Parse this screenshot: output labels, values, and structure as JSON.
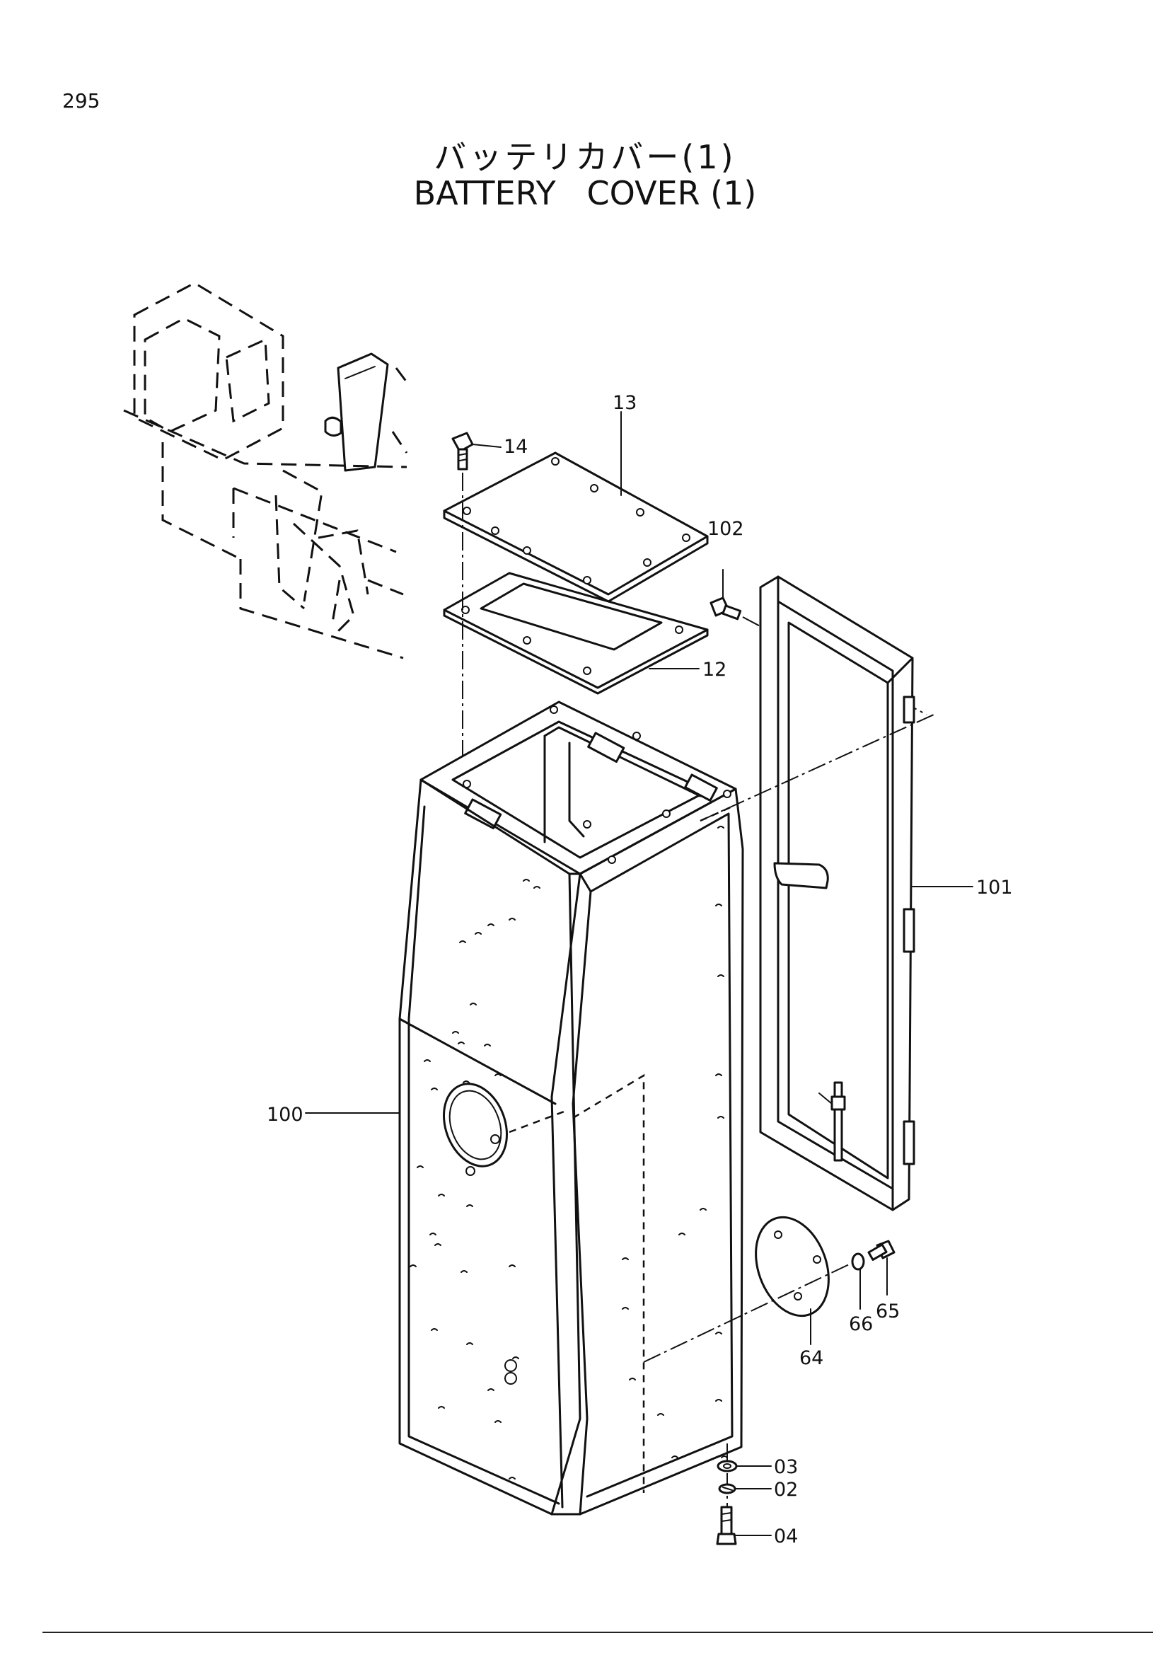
{
  "page": {
    "number": "295",
    "title_jp": "バッテリカバー(1)",
    "title_en": "BATTERY   COVER (1)"
  },
  "callouts": {
    "p13": "13",
    "p14": "14",
    "p102": "102",
    "p12": "12",
    "p101": "101",
    "p100": "100",
    "p64": "64",
    "p66": "66",
    "p65": "65",
    "p03": "03",
    "p02": "02",
    "p04": "04"
  }
}
